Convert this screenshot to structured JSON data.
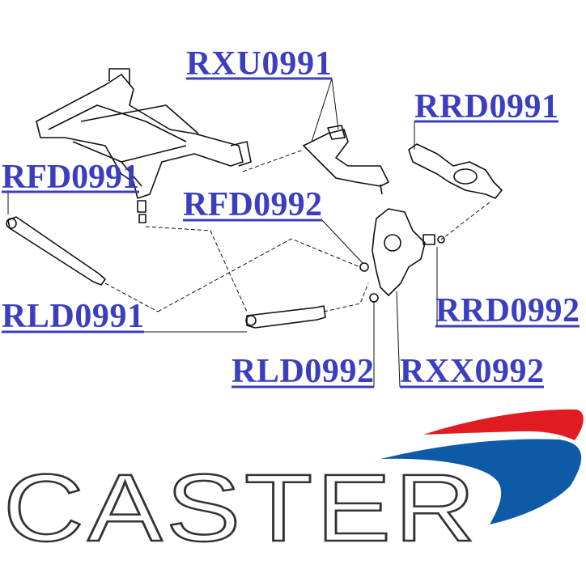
{
  "labels": {
    "rxu0991": "RXU0991",
    "rrd0991": "RRD0991",
    "rfd0991": "RFD0991",
    "rfd0992": "RFD0992",
    "rrd0992": "RRD0992",
    "rld0991": "RLD0991",
    "rld0992": "RLD0992",
    "rxx0992": "RXX0992"
  },
  "logo": {
    "text": "CASTER",
    "colors": {
      "swoosh_top": "#e11b22",
      "swoosh_bottom": "#0e5aa7"
    }
  },
  "colors": {
    "label": "#3b3fbf"
  }
}
